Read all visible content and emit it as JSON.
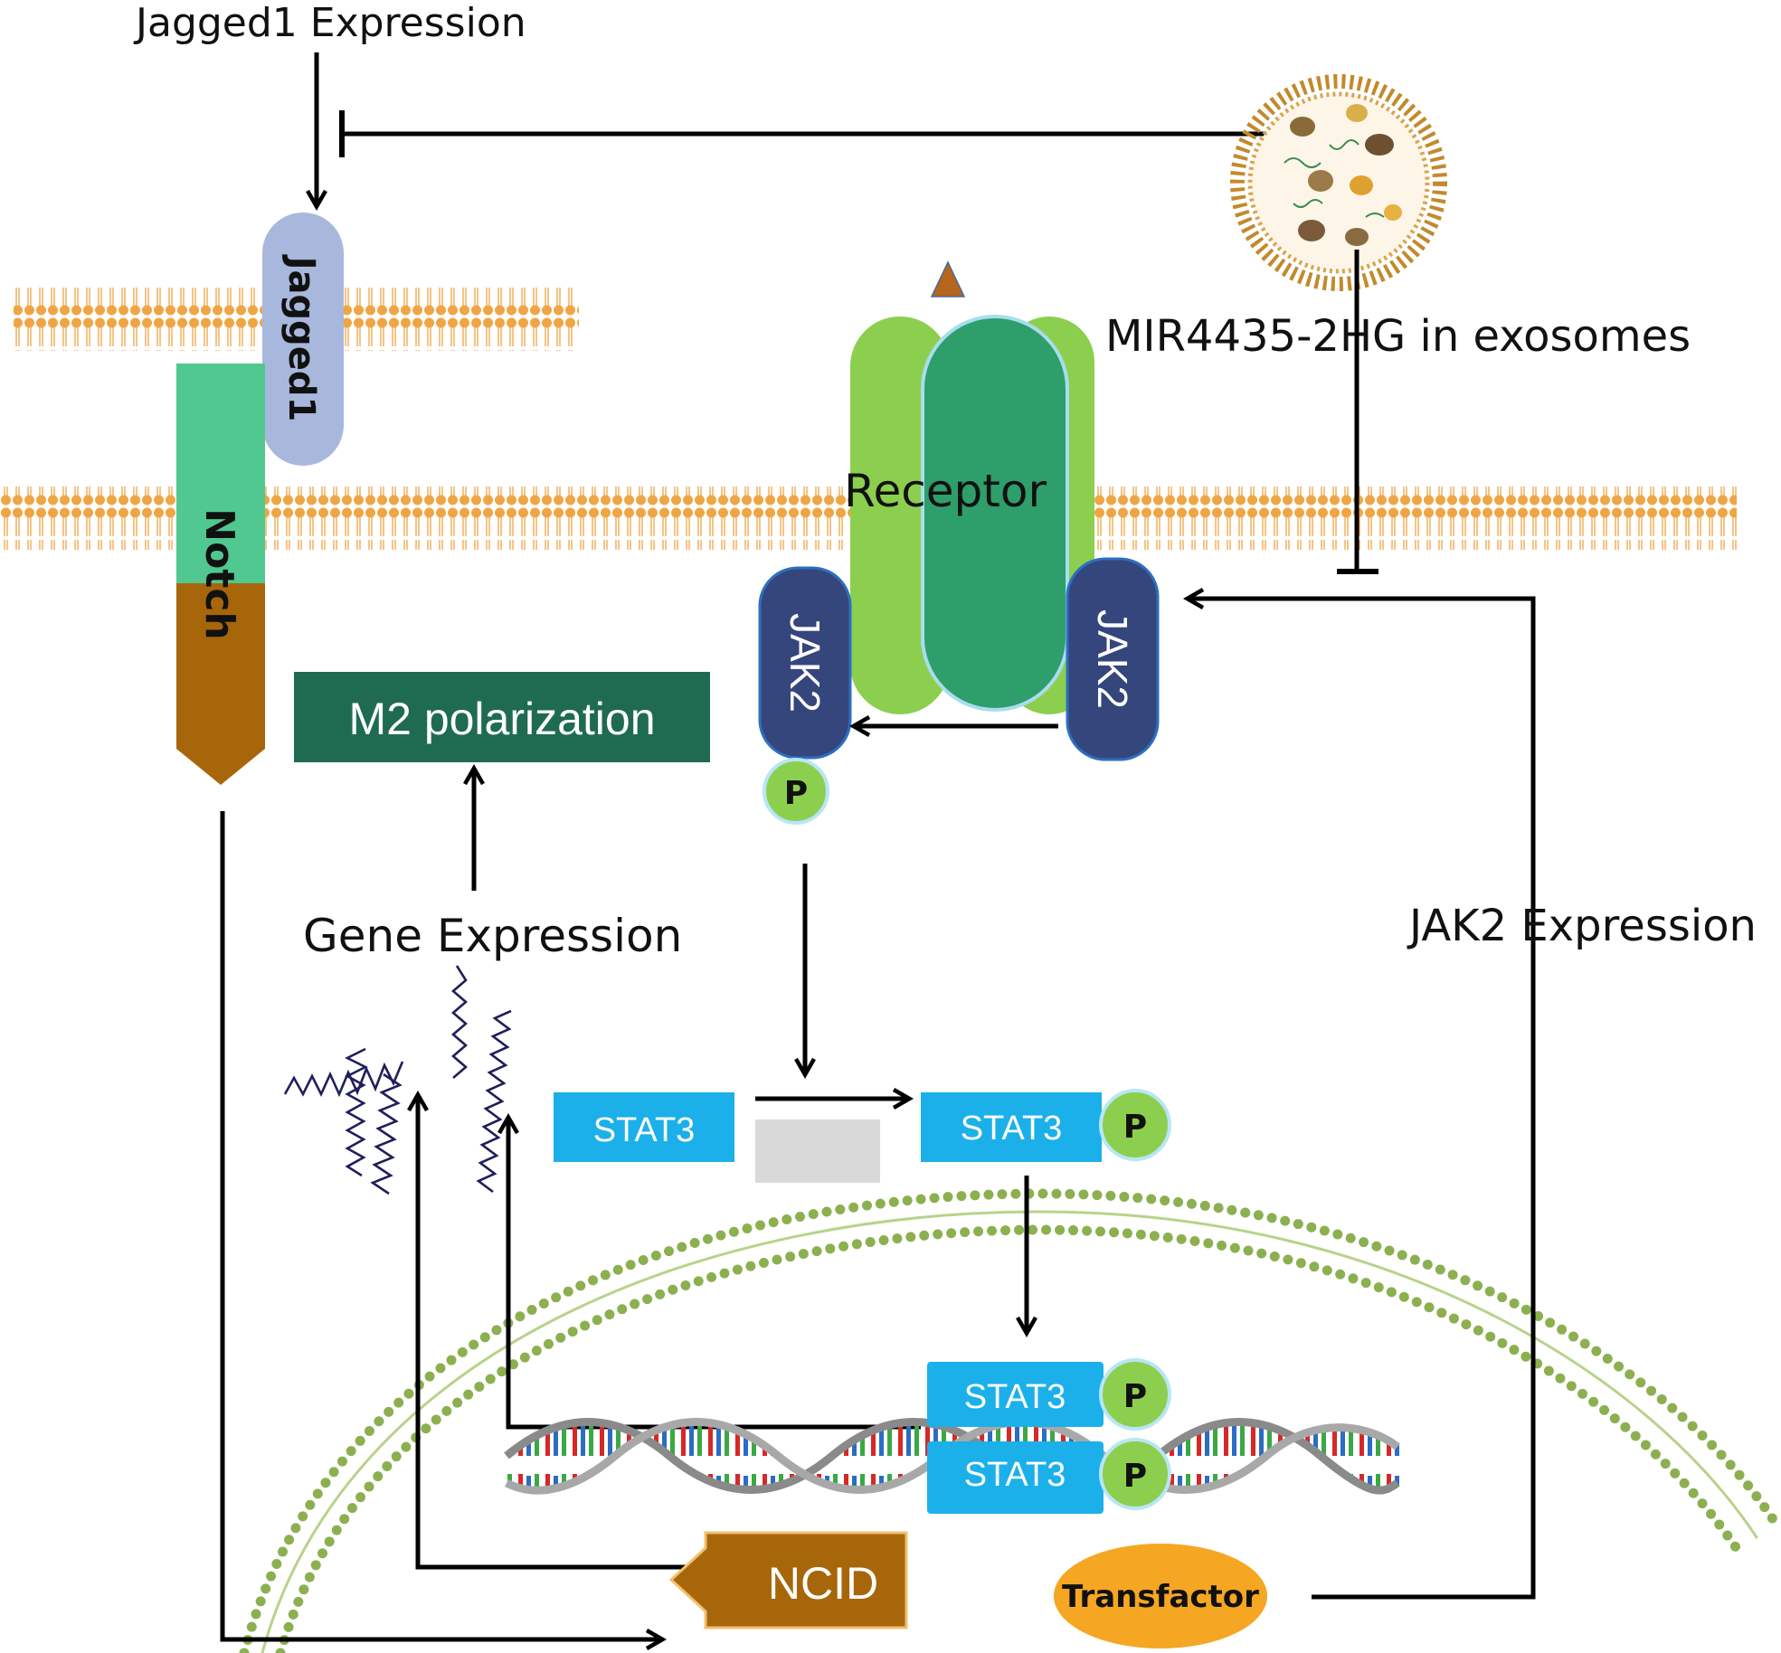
{
  "labels": {
    "jagged1_expression": "Jagged1 Expression",
    "jagged1": "Jagged1",
    "notch": "Notch",
    "mir_exosomes": "MIR4435-2HG in exosomes",
    "receptor": "Receptor",
    "jak2_left": "JAK2",
    "jak2_right": "JAK2",
    "p": "P",
    "m2_polarization": "M2 polarization",
    "gene_expression": "Gene Expression",
    "jak2_expression": "JAK2 Expression",
    "stat3": "STAT3",
    "ncid": "NCID",
    "transfactor": "Transfactor"
  },
  "colors": {
    "membrane": "#f0a545",
    "nuclear_membrane": "#8cb050",
    "jagged1": "#a8b8dc",
    "notch_top": "#50c890",
    "notch_bottom": "#a8660a",
    "receptor_light": "#8ccf4e",
    "receptor_dark": "#2e9e6a",
    "jak2": "#34467c",
    "phospho": "#8ccf4e",
    "stat3": "#1cb0ea",
    "m2_box": "#1f6b52",
    "ncid": "#a8660a",
    "transfactor": "#f5a623",
    "ligand": "#b5651d",
    "arrow": "#000000"
  }
}
